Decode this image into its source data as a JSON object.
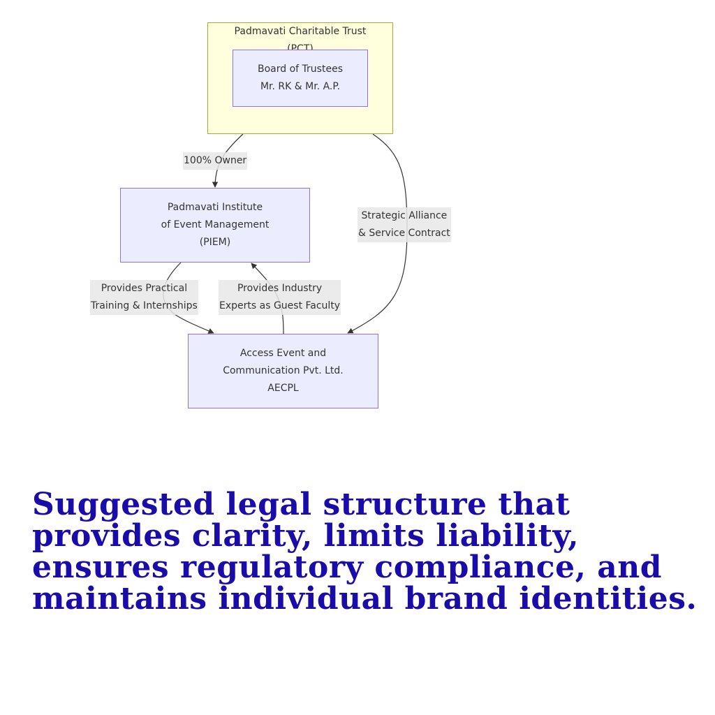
{
  "diagram": {
    "cluster": {
      "title_line1": "Padmavati Charitable Trust",
      "title_line2": "(PCT)"
    },
    "nodes": {
      "board": {
        "line1": "Board of Trustees",
        "line2": "Mr. RK & Mr. A.P."
      },
      "piem": {
        "line1": "Padmavati Institute",
        "line2": "of Event Management",
        "line3": "(PIEM)"
      },
      "aecpl": {
        "line1": "Access Event and",
        "line2": "Communication Pvt. Ltd.",
        "line3": "AECPL"
      }
    },
    "edges": {
      "owner": {
        "line1": "100% Owner"
      },
      "alliance": {
        "line1": "Strategic Alliance",
        "line2": "& Service Contract"
      },
      "practical": {
        "line1": "Provides Practical",
        "line2": "Training & Internships"
      },
      "experts": {
        "line1": "Provides Industry",
        "line2": "Experts as Guest Faculty"
      }
    },
    "colors": {
      "cluster_fill": "#ffffde",
      "cluster_stroke": "#aaaa33",
      "node_fill": "#ececff",
      "node_stroke": "#9370db",
      "edge_stroke": "#333333",
      "label_bg": "#e8e8e8"
    }
  },
  "caption": {
    "text": "Suggested legal structure that provides clarity, limits liability, ensures regulatory compliance, and maintains individual brand identities.",
    "color": "#1a0ca8"
  }
}
